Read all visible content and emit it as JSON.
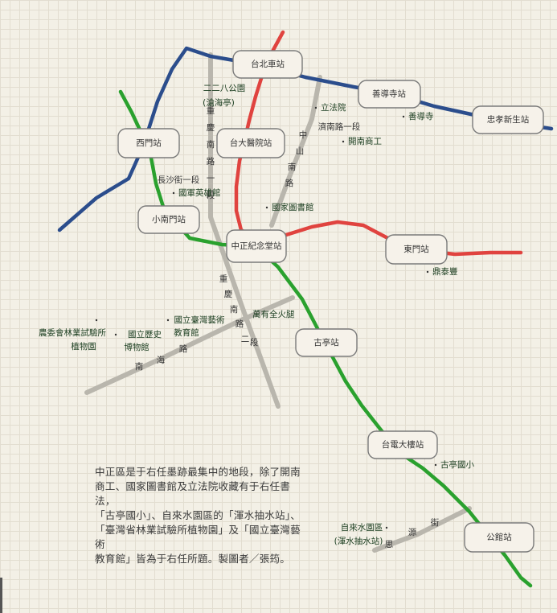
{
  "colors": {
    "background": "#f3f0e6",
    "line_blue": "#2b4d8c",
    "line_red": "#e0433f",
    "line_green": "#2aa12e",
    "road_gray": "#b9b6ad"
  },
  "stations": {
    "taipei_main": "台北車站",
    "ximen": "西門站",
    "ntuh": "台大醫院站",
    "shandao": "善導寺站",
    "zhongxiao_xinsheng": "忠孝新生站",
    "xiaonanmen": "小南門站",
    "cks_memorial": "中正紀念堂站",
    "dongmen": "東門站",
    "guting": "古亭站",
    "taipower": "台電大樓站",
    "gongguan": "公館站"
  },
  "streets": {
    "chongqing_s_1": [
      "重",
      "慶",
      "南",
      "路",
      "一",
      "段"
    ],
    "zhongshan_s": [
      "中",
      "山",
      "南",
      "路"
    ],
    "jinan_1": "濟南路一段",
    "changsha_1": "長沙街一段",
    "chongqing_s_2": [
      "重",
      "慶",
      "南",
      "路",
      "二",
      "段"
    ],
    "nanhai_road": [
      "南",
      "海",
      "路"
    ],
    "siyuan_street": [
      "思",
      "源",
      "街"
    ]
  },
  "landmarks": {
    "park_228_1": "二二八公園",
    "park_228_2": "(滄海亭)",
    "legislative_yuan": "立法院",
    "shandao_temple": "善導寺",
    "kainan": "開南商工",
    "armed_forces_museum": "國軍英雄館",
    "national_library": "國家圖書館",
    "dingtaifeng": "鼎泰豐",
    "wanyoushuan": "萬有全火腿",
    "arts_edu_1": "國立臺灣藝術",
    "arts_edu_2": "教育館",
    "history_museum_1": "國立歷史",
    "history_museum_2": "博物館",
    "botanical_1": "農委會林業試驗所",
    "botanical_2": "植物園",
    "guting_elem": "古亭國小",
    "water_park_1": "自來水園區",
    "water_park_2": "(渾水抽水站)"
  },
  "caption": {
    "lines": [
      "中正區是于右任墨跡最集中的地段，除了開南",
      "商工、國家圖書館及立法院收藏有于右任書法，",
      "「古亭國小」、自來水園區的「渾水抽水站」、",
      "「臺灣省林業試驗所植物園」及「國立臺灣藝術",
      "教育館」皆為于右任所題。製圖者／張筠。"
    ]
  }
}
